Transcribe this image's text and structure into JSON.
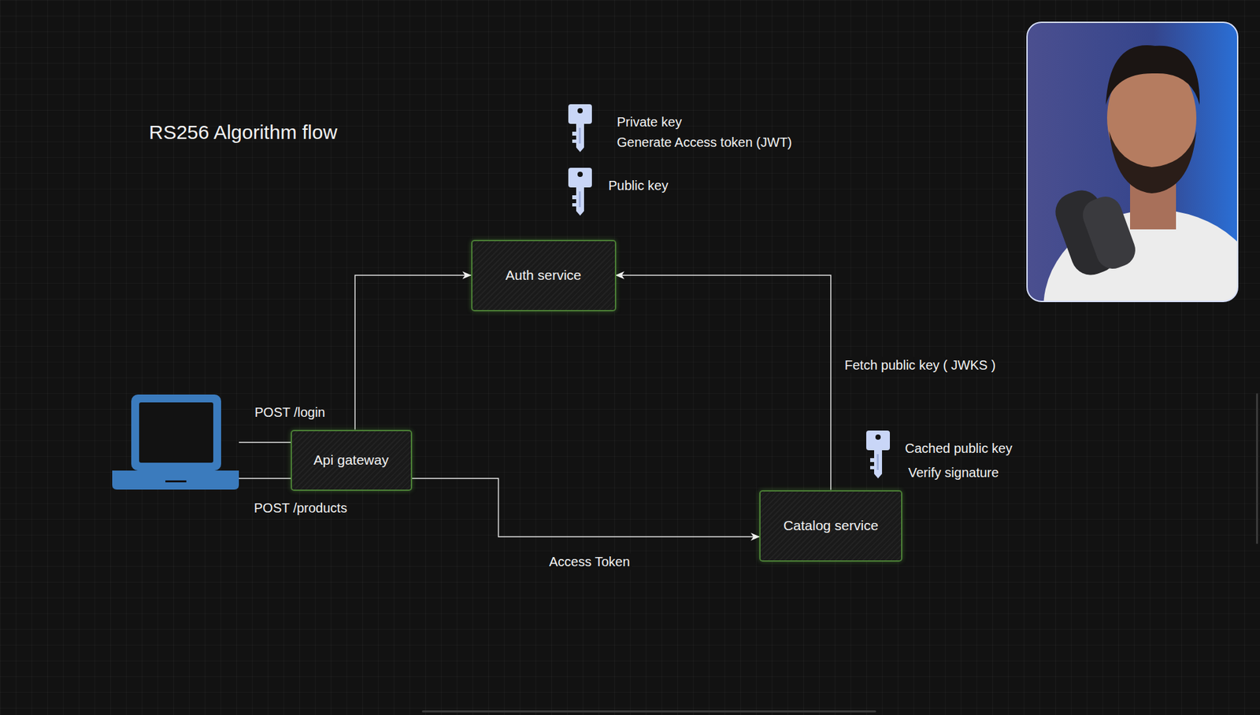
{
  "diagram": {
    "title": "RS256 Algorithm flow",
    "nodes": [
      {
        "text": [
          "Auth service"
        ]
      },
      {
        "text": [
          "Api gateway"
        ]
      },
      {
        "text": [
          "Catalog service"
        ]
      }
    ],
    "edges": [
      {
        "from": 1,
        "to": 0,
        "arrow": "to"
      },
      {
        "from": 1,
        "to": 2,
        "label": "Access Token",
        "arrow": "to"
      },
      {
        "from": 2,
        "to": 0,
        "label": "Fetch public key ( JWKS )",
        "arrow": "to"
      }
    ],
    "labels": [
      "Private key",
      "Generate Access token (JWT)",
      "Public key",
      "POST /login",
      "Cached public key",
      "Verify signature",
      "POST /products"
    ]
  }
}
